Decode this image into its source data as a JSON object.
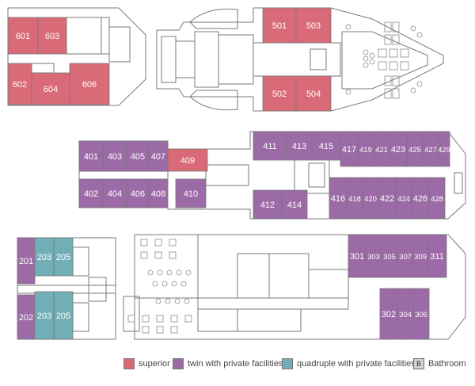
{
  "colors": {
    "superior": "#d96b78",
    "twin": "#9c6aa6",
    "quadruple": "#72aeb6",
    "bathroom": "#d2d2d2",
    "line": "#777777",
    "text": "#ffffff"
  },
  "bathroom_glyph": "B",
  "decks": {
    "deck6": {
      "cabins": [
        {
          "number": "601",
          "category": "superior"
        },
        {
          "number": "603",
          "category": "superior"
        },
        {
          "number": "602",
          "category": "superior"
        },
        {
          "number": "604",
          "category": "superior"
        },
        {
          "number": "606",
          "category": "superior"
        }
      ]
    },
    "deck5": {
      "cabins": [
        {
          "number": "501",
          "category": "superior"
        },
        {
          "number": "503",
          "category": "superior"
        },
        {
          "number": "502",
          "category": "superior"
        },
        {
          "number": "504",
          "category": "superior"
        }
      ]
    },
    "deck4": {
      "cabins": [
        {
          "number": "401",
          "category": "twin"
        },
        {
          "number": "403",
          "category": "twin"
        },
        {
          "number": "405",
          "category": "twin"
        },
        {
          "number": "407",
          "category": "twin"
        },
        {
          "number": "409",
          "category": "superior"
        },
        {
          "number": "410",
          "category": "twin"
        },
        {
          "number": "402",
          "category": "twin"
        },
        {
          "number": "404",
          "category": "twin"
        },
        {
          "number": "406",
          "category": "twin"
        },
        {
          "number": "408",
          "category": "twin"
        },
        {
          "number": "411",
          "category": "twin"
        },
        {
          "number": "413",
          "category": "twin"
        },
        {
          "number": "415",
          "category": "twin"
        },
        {
          "number": "417",
          "category": "twin"
        },
        {
          "number": "419",
          "category": "twin"
        },
        {
          "number": "421",
          "category": "twin"
        },
        {
          "number": "423",
          "category": "twin"
        },
        {
          "number": "425",
          "category": "twin"
        },
        {
          "number": "427",
          "category": "twin"
        },
        {
          "number": "429",
          "category": "twin"
        },
        {
          "number": "412",
          "category": "twin"
        },
        {
          "number": "414",
          "category": "twin"
        },
        {
          "number": "416",
          "category": "twin"
        },
        {
          "number": "418",
          "category": "twin"
        },
        {
          "number": "420",
          "category": "twin"
        },
        {
          "number": "422",
          "category": "twin"
        },
        {
          "number": "424",
          "category": "twin"
        },
        {
          "number": "426",
          "category": "twin"
        },
        {
          "number": "428",
          "category": "twin"
        }
      ]
    },
    "deck2": {
      "cabins": [
        {
          "number": "201",
          "category": "twin"
        },
        {
          "number": "203",
          "category": "quadruple"
        },
        {
          "number": "205",
          "category": "quadruple"
        },
        {
          "number": "202",
          "category": "twin"
        },
        {
          "number": "203",
          "category": "quadruple"
        },
        {
          "number": "205",
          "category": "quadruple"
        }
      ]
    },
    "deck3": {
      "cabins": [
        {
          "number": "301",
          "category": "twin"
        },
        {
          "number": "303",
          "category": "twin"
        },
        {
          "number": "305",
          "category": "twin"
        },
        {
          "number": "307",
          "category": "twin"
        },
        {
          "number": "309",
          "category": "twin"
        },
        {
          "number": "311",
          "category": "twin"
        },
        {
          "number": "302",
          "category": "twin"
        },
        {
          "number": "304",
          "category": "twin"
        },
        {
          "number": "306",
          "category": "twin"
        }
      ]
    }
  },
  "legend": {
    "superior": "superior",
    "twin": "twin with private facilities",
    "quadruple": "quadruple with private facilities",
    "bathroom": "Bathroom"
  }
}
